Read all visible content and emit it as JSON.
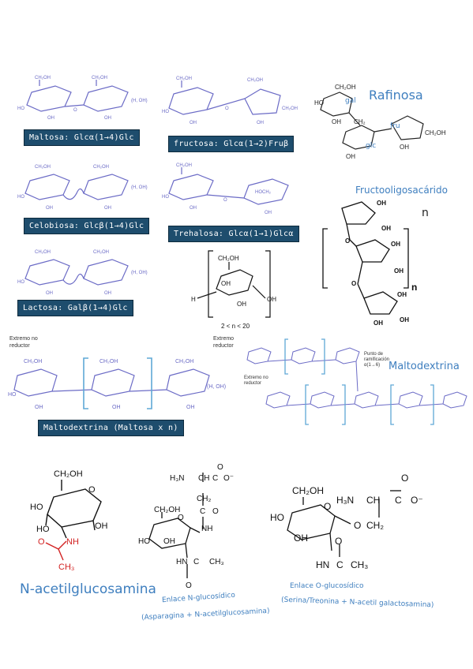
{
  "labels": {
    "maltosa": "Maltosa: Glcα(1→4)Glc",
    "fructosa": "fructosa: Glcα(1→2)Fruβ",
    "celobiosa": "Celobiosa: Glcβ(1→4)Glc",
    "trehalosa": "Trehalosa: Glcα(1→1)Glcα",
    "lactosa": "Lactosa: Galβ(1→4)Glc",
    "maltodextrina_maltosa": "Maltodextrina (Maltosa x n)"
  },
  "handwritten": {
    "rafinosa": "Rafinosa",
    "gal": "gal",
    "fru": "fru",
    "glc": "glc",
    "fructooligosacarido": "Fructooligosacárido",
    "maltodextrina": "Maltodextrina",
    "n_acetilglucosamina": "N-acetilglucosamina",
    "enlace_n": "Enlace N-glucosídico",
    "enlace_n_sub": "(Asparagina + N-acetilglucosamina)",
    "enlace_o": "Enlace O-glucosídico",
    "enlace_o_sub": "(Serina/Treonina + N-acetil galactosamina)"
  },
  "annotations": {
    "extremo_no_reductor": "Extremo no reductor",
    "extremo_reductor": "Extremo reductor",
    "punto_ramificacion": "Punto de ramificación α(1→6)",
    "polymer_range": "2 < n < 20",
    "n": "n"
  },
  "chem": {
    "ch2oh": "CH₂OH",
    "oh": "OH",
    "ho": "HO",
    "h": "H",
    "o": "O",
    "nh": "NH",
    "ch3": "CH₃",
    "h3n": "H₃N",
    "ch": "CH",
    "ch2": "CH₂",
    "c": "C",
    "hn": "HN",
    "o_minus": "O⁻",
    "h_oh": "(H, OH)",
    "hoch2": "HOCH₂"
  },
  "colors": {
    "structure_line": "#6b6bc6",
    "label_bg": "#1e4d6d",
    "handwriting": "#3f7fbf",
    "acetyl": "#d22222"
  }
}
